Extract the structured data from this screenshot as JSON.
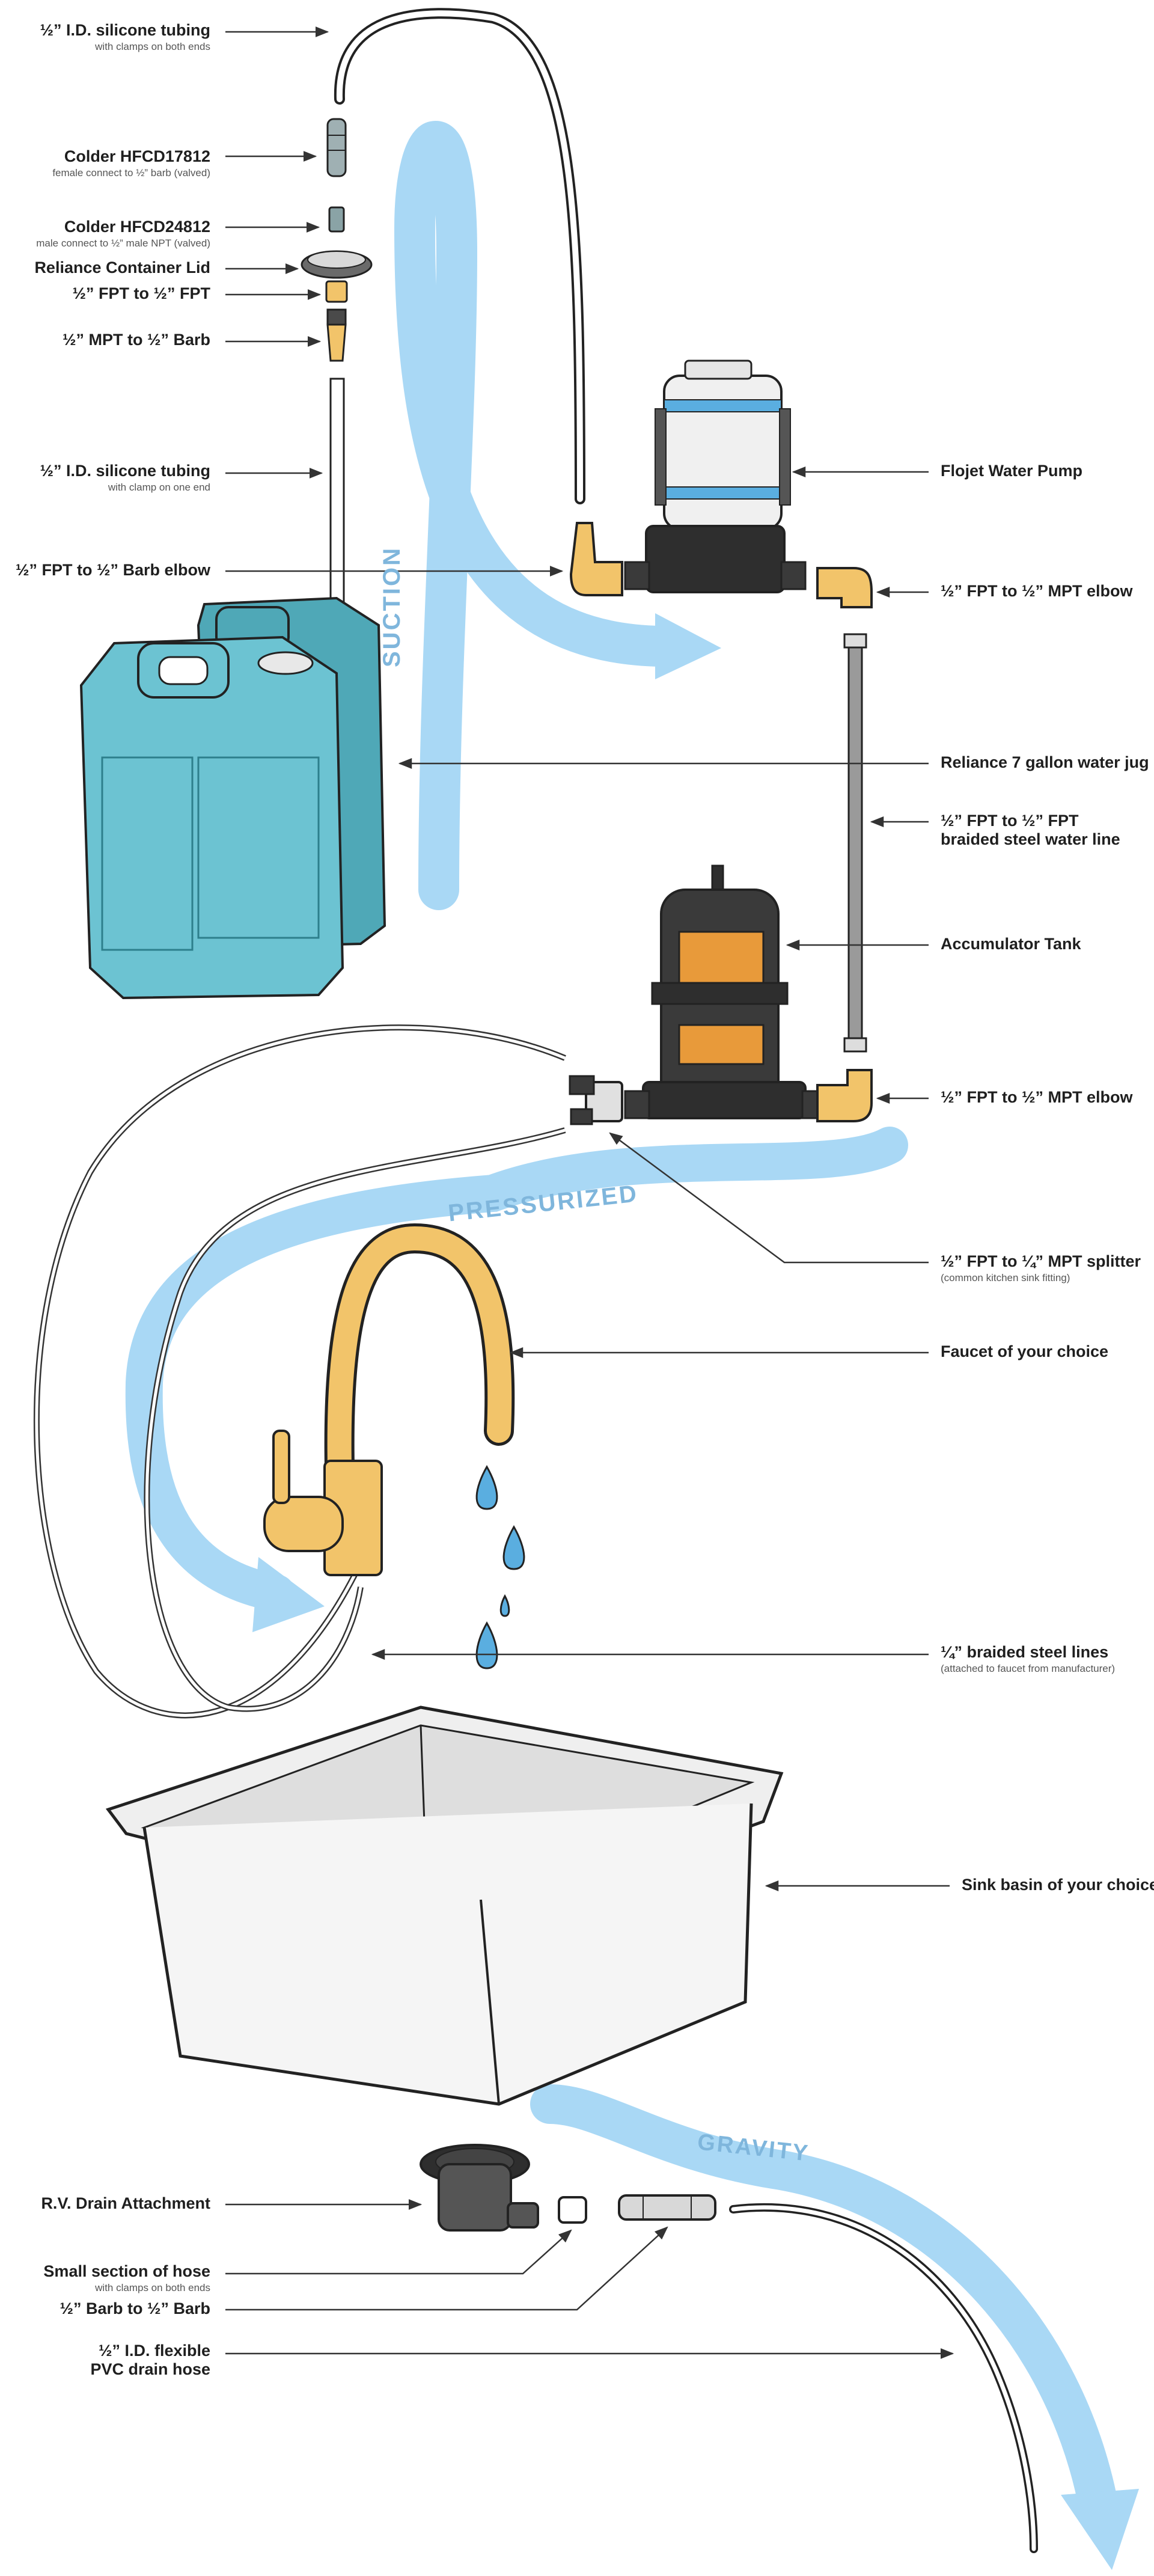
{
  "labels": {
    "tubing_top": {
      "main": "½” I.D. silicone tubing",
      "sub": "with clamps on both ends"
    },
    "colder_17812": {
      "main": "Colder HFCD17812",
      "sub": "female connect to ½” barb (valved)"
    },
    "colder_24812": {
      "main": "Colder HFCD24812",
      "sub": "male connect to ½” male NPT (valved)"
    },
    "reliance_lid": {
      "main": "Reliance Container Lid"
    },
    "fpt_fpt": {
      "main": "½” FPT to ½” FPT"
    },
    "mpt_barb": {
      "main": "½” MPT to ½” Barb"
    },
    "tubing_mid": {
      "main": "½” I.D. silicone tubing",
      "sub": "with clamp on one end"
    },
    "fpt_barb_elbow": {
      "main": "½” FPT to ½” Barb elbow"
    },
    "pump": {
      "main": "Flojet Water Pump"
    },
    "elbow_1": {
      "main": "½” FPT to ½” MPT elbow"
    },
    "jug": {
      "main": "Reliance 7 gallon water jug"
    },
    "braided_line": {
      "main": "½” FPT to ½” FPT",
      "main2": "braided steel water line"
    },
    "accumulator": {
      "main": "Accumulator Tank"
    },
    "elbow_2": {
      "main": "½” FPT to ½” MPT elbow"
    },
    "splitter": {
      "main": "½” FPT to ¼” MPT splitter",
      "sub": "(common kitchen sink fitting)"
    },
    "faucet": {
      "main": "Faucet of your choice"
    },
    "braided_lines": {
      "main": "¼” braided steel lines",
      "sub": "(attached to faucet from manufacturer)"
    },
    "sink": {
      "main": "Sink basin of your choice"
    },
    "rv_drain": {
      "main": "R.V. Drain Attachment"
    },
    "small_hose": {
      "main": "Small section of hose",
      "sub": "with clamps on both ends"
    },
    "barb_barb": {
      "main": "½” Barb to ½” Barb"
    },
    "pvc_hose": {
      "main": "½” I.D. flexible",
      "main2": "PVC drain hose"
    }
  },
  "flows": {
    "suction": "SUCTION",
    "pressurized": "PRESSURIZED",
    "gravity": "GRAVITY"
  },
  "colors": {
    "flow_blue": "#a9d8f5",
    "flow_text": "#7fb6dc",
    "jug_teal": "#5eb8c7",
    "brass": "#f2c46a",
    "tank_orange": "#e89a3a",
    "outline": "#222222"
  }
}
